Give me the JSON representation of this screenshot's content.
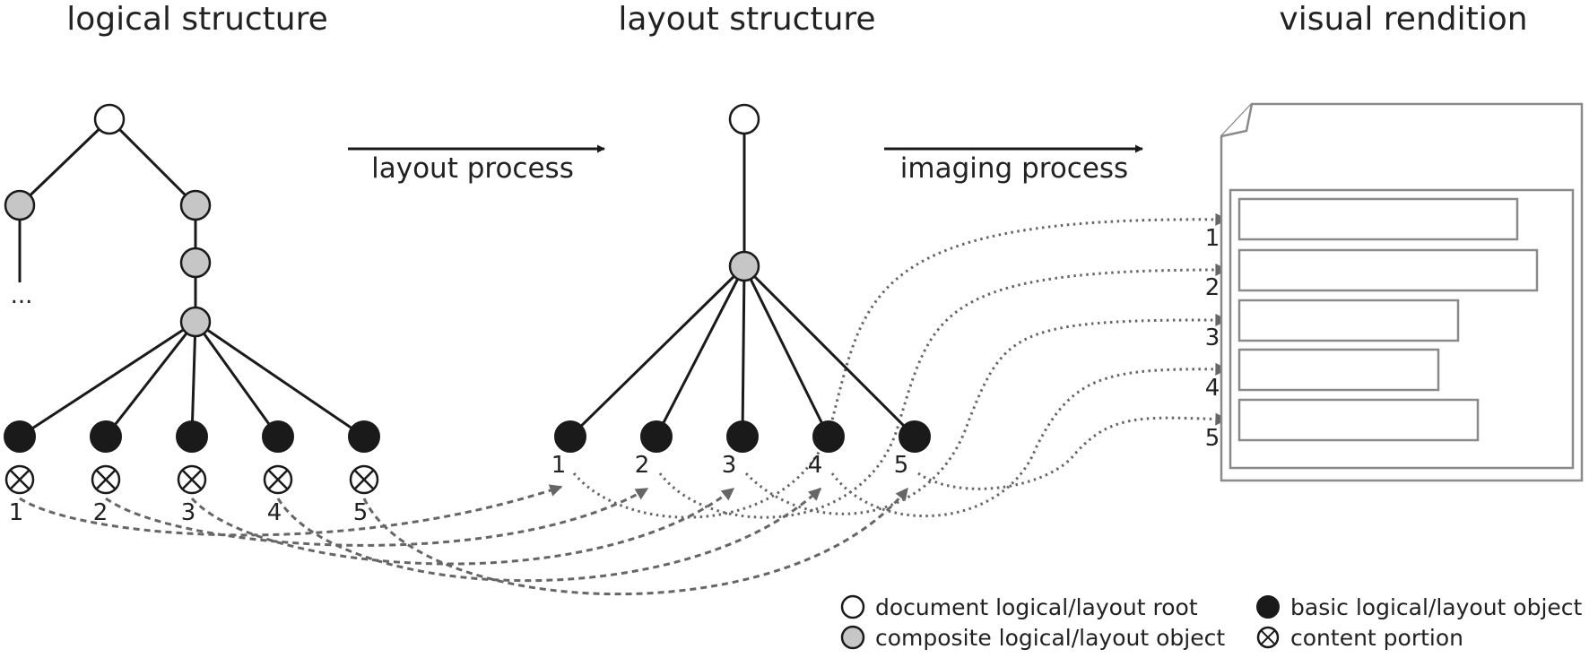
{
  "titles": {
    "logical": "logical structure",
    "layout": "layout structure",
    "visual": "visual rendition"
  },
  "arrows": {
    "layout_process": "layout process",
    "imaging_process": "imaging process"
  },
  "ellipsis": "...",
  "numbers": [
    "1",
    "2",
    "3",
    "4",
    "5"
  ],
  "legend": {
    "root": "document logical/layout root",
    "composite": "composite logical/layout object",
    "basic": "basic logical/layout object",
    "content": "content portion"
  },
  "colors": {
    "edge": "#1a1a1a",
    "composite_fill": "#c6c6c6",
    "connector": "#666666",
    "page_border": "#8a8a8a"
  }
}
